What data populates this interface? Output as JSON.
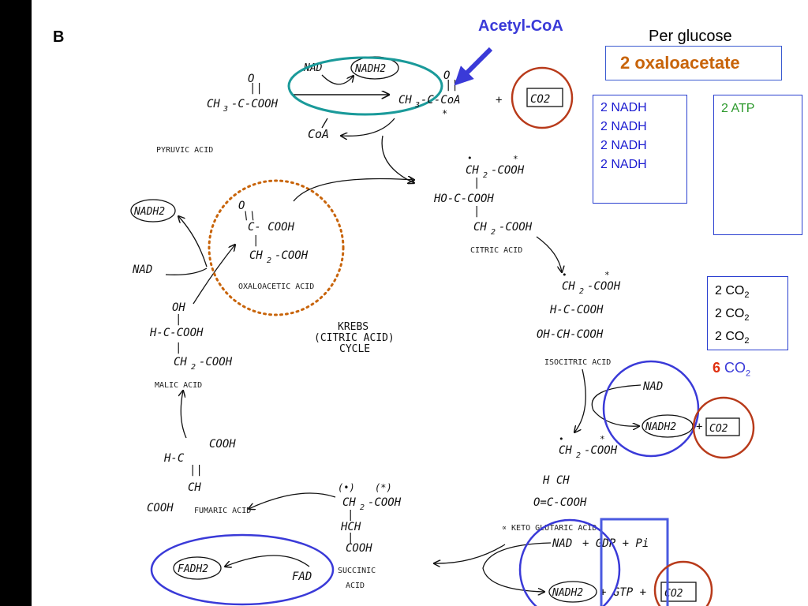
{
  "panel_label": "B",
  "acetyl_coa_label": "Acetyl-CoA",
  "per_glucose": "Per glucose",
  "oxaloacetate_total": "2 oxaloacetate",
  "nadh_box": [
    "2 NADH",
    "2 NADH",
    "2 NADH",
    "2 NADH"
  ],
  "atp_box": "2 ATP",
  "co2_box": {
    "lines": [
      {
        "prefix": "2 CO",
        "sub": "2"
      },
      {
        "prefix": "2 CO",
        "sub": "2"
      },
      {
        "prefix": "2 CO",
        "sub": "2"
      }
    ],
    "total_number": "6",
    "total_text": "CO",
    "total_sub": "2"
  },
  "colors": {
    "acetyl_blue": "#3a3ad8",
    "oxaloacetate_orange": "#c8640a",
    "nadh_blue": "#1a1ad0",
    "atp_green": "#2e9a2e",
    "teal_circle": "#1a9a9a",
    "red_circle": "#b83a1a",
    "blue_circle": "#3a3ad8",
    "dotted_orange": "#c8640a",
    "six_red": "#e03010",
    "co2_blue": "#3a3ad8"
  },
  "diagram": {
    "pyruvic_acid_label": "PYRUVIC ACID",
    "citric_acid_label": "CITRIC ACID",
    "isocitric_acid_label": "ISOCITRIC ACID",
    "alpha_ketoglutaric_label": "∝ KETO GLUTARIC ACID",
    "succinic_acid_label_1": "SUCCINIC",
    "succinic_acid_label_2": "ACID",
    "fumaric_acid_label": "FUMARIC ACID",
    "malic_acid_label": "MALIC ACID",
    "oxaloacetic_acid_label": "OXALOACETIC ACID",
    "krebs_line1": "KREBS",
    "krebs_line2": "(CITRIC ACID)",
    "krebs_line3": "CYCLE",
    "nad": "NAD",
    "nadh2": "NADH2",
    "coa": "CoA",
    "co2": "CO2",
    "fad": "FAD",
    "fadh2": "FADH2",
    "gdp_pi": "+ GDP + Pi",
    "gtp": "+ GTP +"
  }
}
